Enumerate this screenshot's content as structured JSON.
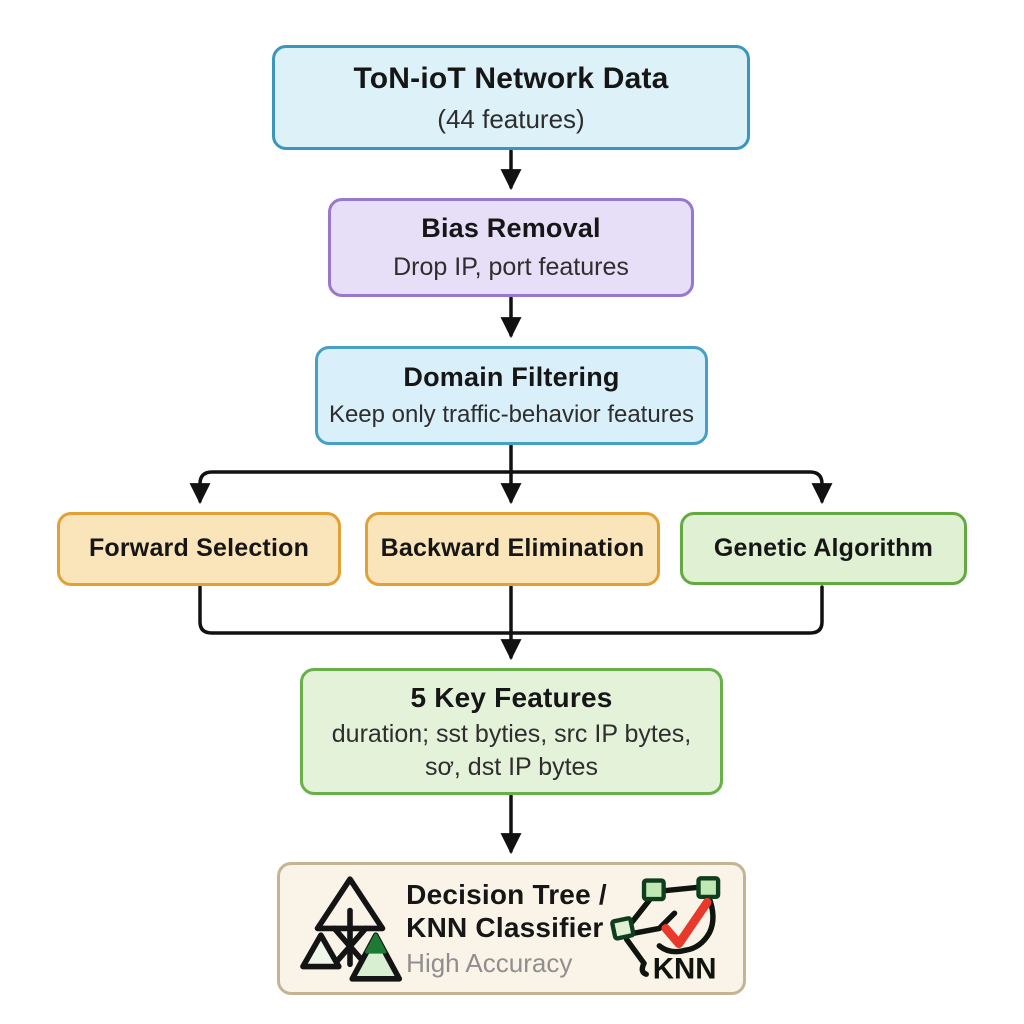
{
  "diagram": {
    "type": "flowchart",
    "background": "#ffffff",
    "nodes": {
      "dataset": {
        "title": "ToN-ioT Network Data",
        "subtitle": "(44 features)",
        "theme": "blue"
      },
      "bias": {
        "title": "Bias Removal",
        "subtitle": "Drop IP, port features",
        "theme": "purple"
      },
      "domain": {
        "title": "Domain Filtering",
        "subtitle": "Keep only traffic-behavior features",
        "theme": "cyan"
      },
      "forward": {
        "title": "Forward Selection",
        "theme": "orange"
      },
      "backward": {
        "title": "Backward Elimination",
        "theme": "orange"
      },
      "genetic": {
        "title": "Genetic Algorithm",
        "theme": "green"
      },
      "features": {
        "title": "5 Key Features",
        "subtitle_line1": "duration; sst byties, src IP bytes,",
        "subtitle_line2": "sơ, dst IP bytes",
        "theme": "lgreen"
      },
      "classifier": {
        "title_line1": "Decision Tree /",
        "title_line2": "KNN Classifier",
        "subtitle": "High Accuracy",
        "knn_label": "KNN",
        "theme": "cream"
      }
    },
    "edges": [
      {
        "from": "dataset",
        "to": "bias"
      },
      {
        "from": "bias",
        "to": "domain"
      },
      {
        "from": "domain",
        "to": "forward"
      },
      {
        "from": "domain",
        "to": "backward"
      },
      {
        "from": "domain",
        "to": "genetic"
      },
      {
        "from": "forward",
        "to": "features"
      },
      {
        "from": "backward",
        "to": "features"
      },
      {
        "from": "genetic",
        "to": "features"
      },
      {
        "from": "features",
        "to": "classifier"
      }
    ],
    "icons": {
      "left": "decision-tree-icon",
      "right": "knn-graph-icon"
    },
    "colors": {
      "blue_fill": "#ddf1f9",
      "blue_border": "#3a96bd",
      "purple_fill": "#e7def7",
      "purple_border": "#9678cf",
      "cyan_fill": "#d9effa",
      "cyan_border": "#44a0c4",
      "orange_fill": "#fae4ba",
      "orange_border": "#e2a035",
      "green_fill": "#dff0d3",
      "green_border": "#63aa43",
      "light_green_fill": "#e4f2d9",
      "light_green_border": "#68b148",
      "cream_fill": "#faf3e7",
      "cream_border": "#c6b391",
      "arrow": "#111111",
      "check_red": "#e8392b",
      "icon_green_fill": "#d9efd2",
      "icon_green_dark": "#1d7a34"
    }
  }
}
